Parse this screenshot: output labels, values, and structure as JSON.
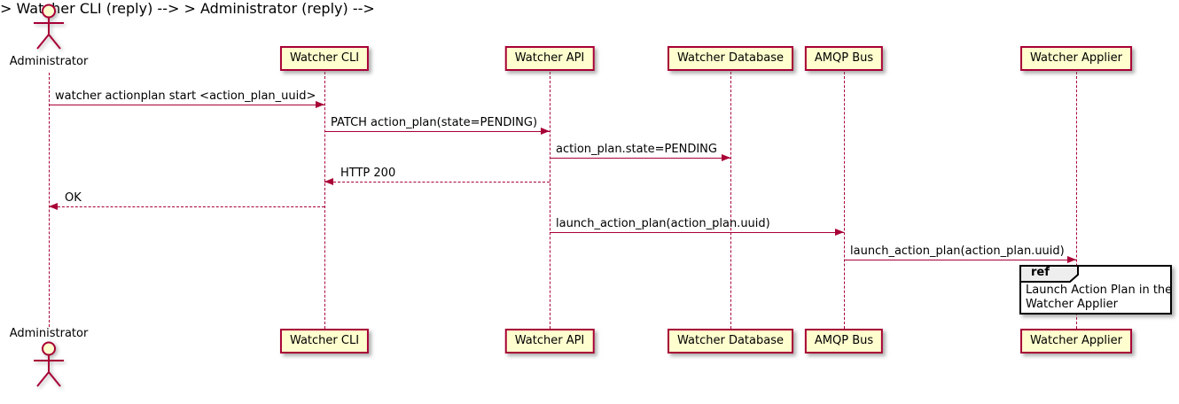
{
  "diagram": {
    "type": "sequence",
    "actor": {
      "name": "Administrator"
    },
    "participants": [
      {
        "name": "Watcher CLI"
      },
      {
        "name": "Watcher API"
      },
      {
        "name": "Watcher Database"
      },
      {
        "name": "AMQP Bus"
      },
      {
        "name": "Watcher Applier"
      }
    ],
    "messages": [
      {
        "from": "Administrator",
        "to": "Watcher CLI",
        "text": "watcher actionplan start <action_plan_uuid>",
        "line": "solid"
      },
      {
        "from": "Watcher CLI",
        "to": "Watcher API",
        "text": "PATCH action_plan(state=PENDING)",
        "line": "solid"
      },
      {
        "from": "Watcher API",
        "to": "Watcher Database",
        "text": "action_plan.state=PENDING",
        "line": "solid"
      },
      {
        "from": "Watcher API",
        "to": "Watcher CLI",
        "text": "HTTP 200",
        "line": "dashed"
      },
      {
        "from": "Watcher CLI",
        "to": "Administrator",
        "text": "OK",
        "line": "dashed"
      },
      {
        "from": "Watcher API",
        "to": "AMQP Bus",
        "text": "launch_action_plan(action_plan.uuid)",
        "line": "solid"
      },
      {
        "from": "AMQP Bus",
        "to": "Watcher Applier",
        "text": "launch_action_plan(action_plan.uuid)",
        "line": "solid"
      }
    ],
    "ref": {
      "keyword": "ref",
      "lines": [
        "Launch Action Plan in the",
        "Watcher Applier"
      ]
    },
    "colors": {
      "participant_fill": "#FEFECE",
      "participant_border": "#A80036",
      "line": "#A80036",
      "ref_border": "#000000",
      "ref_header_fill": "#EEEEEE",
      "text": "#000000"
    }
  }
}
